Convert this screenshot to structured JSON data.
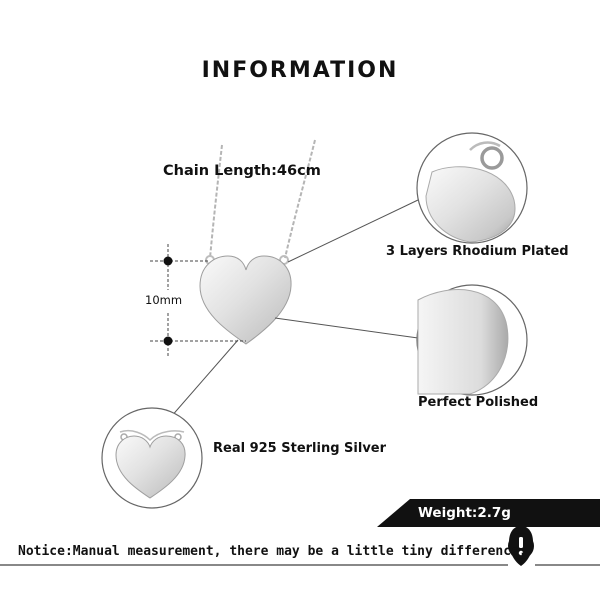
{
  "title": "INFORMATION",
  "chain_length": "Chain Length:46cm",
  "pendant_size": "10mm",
  "features": {
    "plating": "3 Layers Rhodium Plated",
    "finish": "Perfect  Polished",
    "material": "Real 925  Sterling  Silver"
  },
  "weight": "Weight:2.7g",
  "notice": "Notice:Manual measurement, there may be a little tiny difference.",
  "icons": {
    "warning": "exclamation-icon"
  },
  "colors": {
    "banner": "#111111",
    "text": "#111111",
    "background": "#ffffff"
  }
}
